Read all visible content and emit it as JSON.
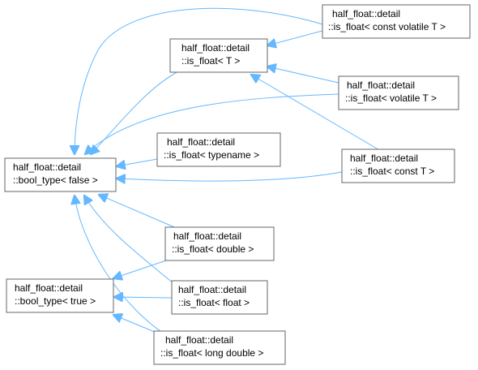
{
  "nodes": {
    "bool_false": {
      "line1": "half_float::detail",
      "line2": "::bool_type< false >"
    },
    "bool_true": {
      "line1": "half_float::detail",
      "line2": "::bool_type< true >"
    },
    "is_float_T": {
      "line1": "half_float::detail",
      "line2": "::is_float< T >"
    },
    "is_float_const_volatile_T": {
      "line1": "half_float::detail",
      "line2": "::is_float< const volatile T >"
    },
    "is_float_volatile_T": {
      "line1": "half_float::detail",
      "line2": "::is_float< volatile T >"
    },
    "is_float_typename": {
      "line1": "half_float::detail",
      "line2": "::is_float< typename >"
    },
    "is_float_const_T": {
      "line1": "half_float::detail",
      "line2": "::is_float< const T >"
    },
    "is_float_double": {
      "line1": "half_float::detail",
      "line2": "::is_float< double >"
    },
    "is_float_float": {
      "line1": "half_float::detail",
      "line2": "::is_float< float >"
    },
    "is_float_long_double": {
      "line1": "half_float::detail",
      "line2": "::is_float< long double >"
    }
  },
  "edges": [
    {
      "from": "is_float_T",
      "to": "bool_false"
    },
    {
      "from": "is_float_const_volatile_T",
      "to": "bool_false"
    },
    {
      "from": "is_float_volatile_T",
      "to": "bool_false"
    },
    {
      "from": "is_float_typename",
      "to": "bool_false"
    },
    {
      "from": "is_float_const_T",
      "to": "bool_false"
    },
    {
      "from": "is_float_double",
      "to": "bool_false"
    },
    {
      "from": "is_float_float",
      "to": "bool_false"
    },
    {
      "from": "is_float_long_double",
      "to": "bool_false"
    },
    {
      "from": "is_float_const_volatile_T",
      "to": "is_float_T"
    },
    {
      "from": "is_float_volatile_T",
      "to": "is_float_T"
    },
    {
      "from": "is_float_const_T",
      "to": "is_float_T"
    },
    {
      "from": "is_float_double",
      "to": "bool_true"
    },
    {
      "from": "is_float_float",
      "to": "bool_true"
    },
    {
      "from": "is_float_long_double",
      "to": "bool_true"
    }
  ],
  "colors": {
    "edge": "#63b8ff",
    "node_border": "#666666",
    "node_fill": "#ffffff"
  }
}
